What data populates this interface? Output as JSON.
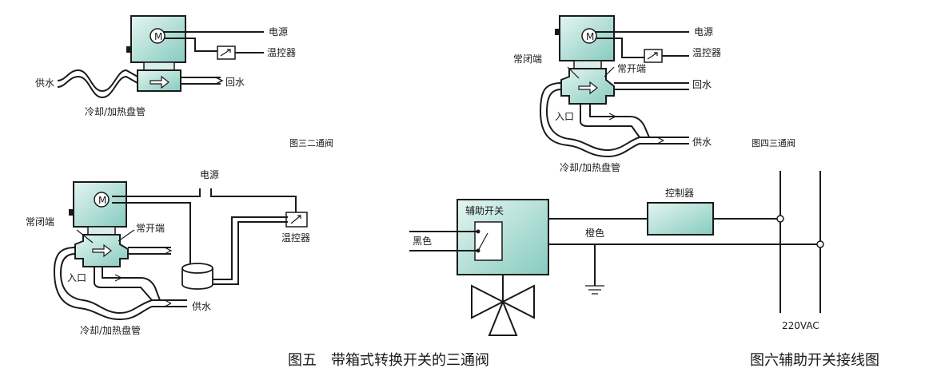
{
  "figures": {
    "fig3": {
      "caption": "图三二通阀",
      "labels": {
        "power": "电源",
        "thermostat": "温控器",
        "supply": "供水",
        "return": "回水",
        "coil": "冷却/加热盘管"
      }
    },
    "fig4": {
      "caption": "图四三通阀",
      "labels": {
        "power": "电源",
        "thermostat": "温控器",
        "normally_closed": "常闭端",
        "normally_open": "常开端",
        "return": "回水",
        "inlet": "入口",
        "supply": "供水",
        "coil": "冷却/加热盘管"
      }
    },
    "fig5": {
      "caption": "图五　带箱式转换开关的三通阀",
      "labels": {
        "power": "电源",
        "thermostat": "温控器",
        "normally_closed": "常闭端",
        "normally_open": "常开端",
        "inlet": "入口",
        "supply": "供水",
        "coil": "冷却/加热盘管"
      }
    },
    "fig6": {
      "caption": "图六辅助开关接线图",
      "labels": {
        "aux_switch": "辅助开关",
        "controller": "控制器",
        "black": "黑色",
        "orange": "橙色",
        "voltage": "220VAC"
      }
    }
  },
  "icons": {
    "motor": "M"
  },
  "colors": {
    "teal_light": "#d6eee8",
    "teal": "#8ccfc3",
    "line": "#1a1a1a"
  }
}
